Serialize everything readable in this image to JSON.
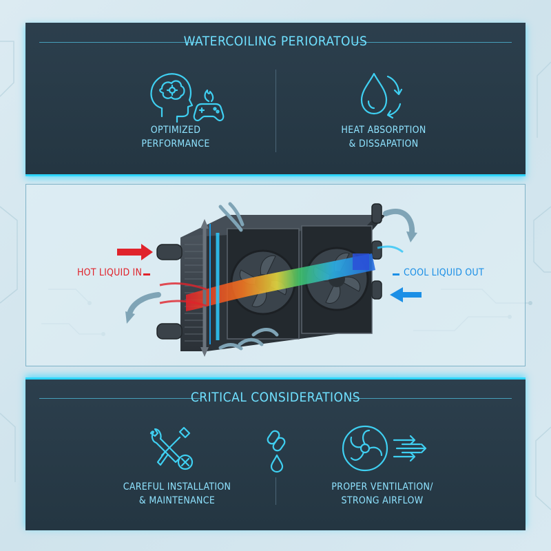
{
  "top_panel": {
    "title": "WATERCOILING PERIORATOUS",
    "features": [
      {
        "icon": "brain-gaming-icon",
        "label_line1": "OPTIMIZED",
        "label_line2": "PERFORMANCE"
      },
      {
        "icon": "water-drop-cycle-icon",
        "label_line1": "HEAT ABSORPTION",
        "label_line2": "& DISSAPATION"
      }
    ]
  },
  "diagram": {
    "hot_label": "HOT LIQUID IN",
    "cool_label": "COOL LIQUID OUT",
    "colors": {
      "hot": "#e0232b",
      "cool": "#1b8fe6",
      "accent": "#2fd6ff"
    }
  },
  "bottom_panel": {
    "title": "CRITICAL CONSIDERATIONS",
    "features": [
      {
        "icon": "wrench-screwdriver-icon",
        "label_line1": "CAREFUL INSTALLATION",
        "label_line2": "& MAINTENANCE"
      },
      {
        "icon": "chain-link-drop-icon"
      },
      {
        "icon": "fan-airflow-icon",
        "label_line1": "PROPER VENTILATION/",
        "label_line2": "STRONG AIRFLOW"
      }
    ]
  }
}
